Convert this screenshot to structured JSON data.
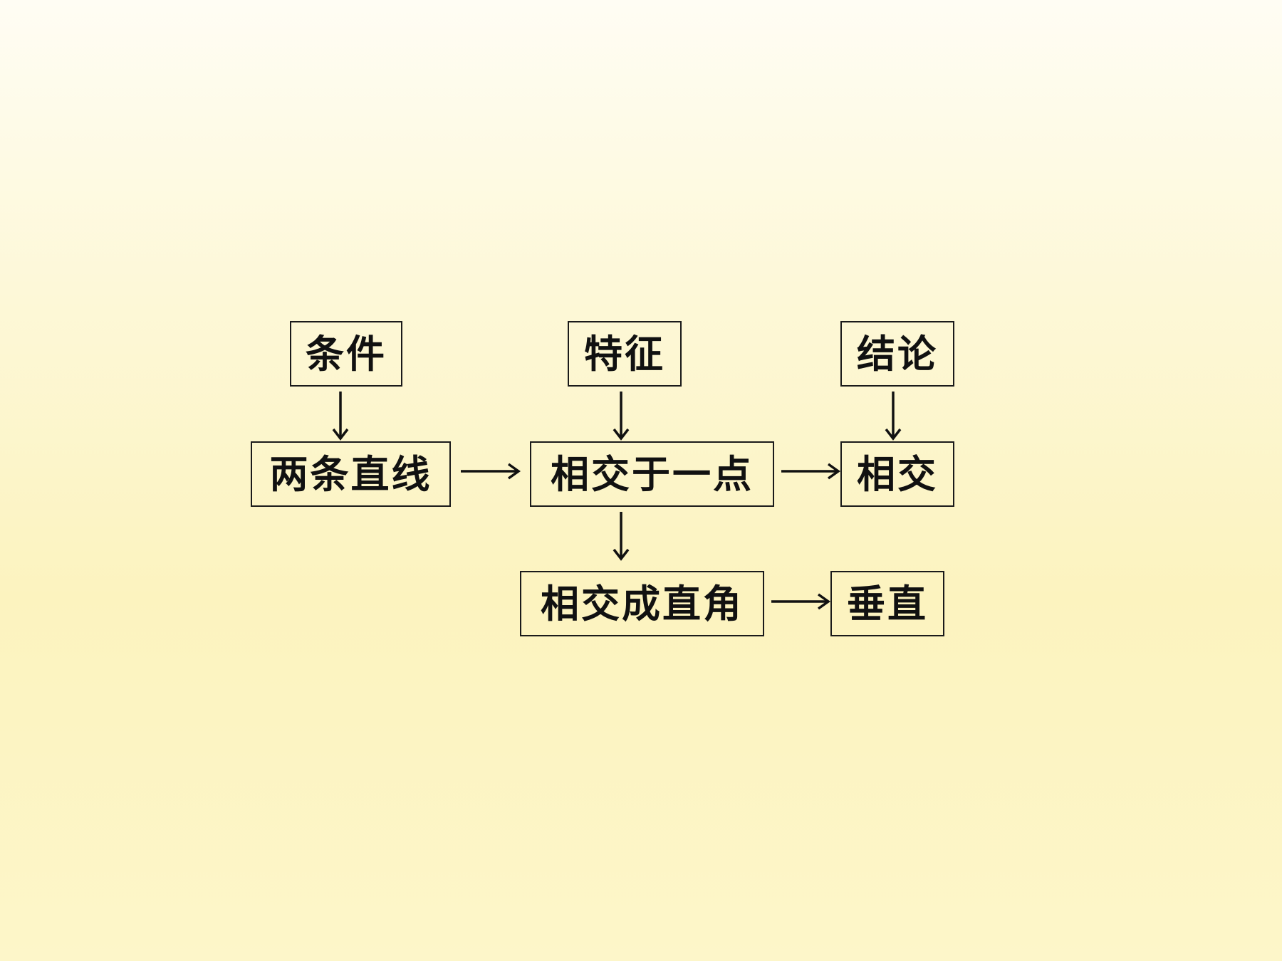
{
  "headers": {
    "condition": "条件",
    "feature": "特征",
    "conclusion": "结论"
  },
  "nodes": {
    "two_lines": "两条直线",
    "intersect_at_point": "相交于一点",
    "intersect": "相交",
    "right_angle_intersect": "相交成直角",
    "perpendicular": "垂直"
  },
  "colors": {
    "background_top": "#fffdf4",
    "background_bottom": "#fcf3bf",
    "stroke": "#111111"
  }
}
